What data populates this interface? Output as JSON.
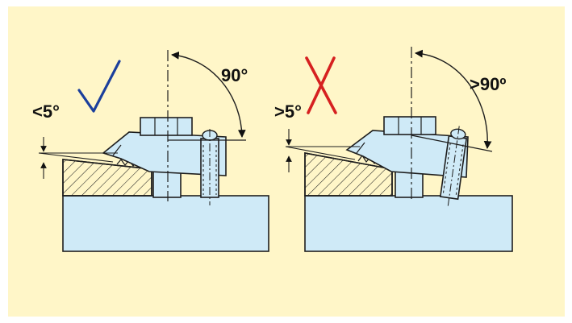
{
  "diagram": {
    "left": {
      "verdict": "correct",
      "slope_label": "<5°",
      "angle_label": "90°",
      "mark_color": "#1b3f9c"
    },
    "right": {
      "verdict": "incorrect",
      "slope_label": ">5°",
      "angle_label": ">90º",
      "mark_color": "#d62020"
    },
    "colors": {
      "panel_background": "#fff6c8",
      "part_fill": "#cfeaf7",
      "outline": "#1e1e1e"
    }
  }
}
